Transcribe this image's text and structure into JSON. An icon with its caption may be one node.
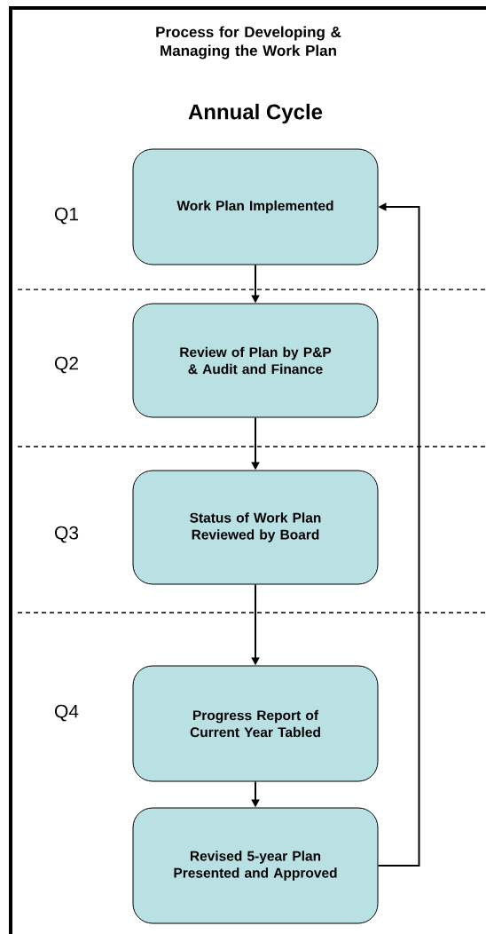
{
  "diagram": {
    "title": "Process for Developing & Managing the Work Plan",
    "nodes": [
      {
        "text": [
          "Work Plan Implemented"
        ]
      },
      {
        "text": [
          "Review of Plan by P&P & Audit and Finance"
        ]
      },
      {
        "text": [
          "Status of Work Plan Reviewed by Board"
        ]
      },
      {
        "text": [
          "Progress Report of Current Year Tabled"
        ]
      },
      {
        "text": [
          "Revised 5-year Plan Presented and Approved"
        ]
      }
    ],
    "edges": [
      {
        "from": 0,
        "to": 1,
        "arrow": "to"
      },
      {
        "from": 1,
        "to": 2,
        "arrow": "to"
      },
      {
        "from": 2,
        "to": 3,
        "arrow": "to"
      },
      {
        "from": 3,
        "to": 4,
        "arrow": "to"
      },
      {
        "from": 4,
        "to": 0,
        "arrow": "to"
      }
    ],
    "labels": [
      "Annual Cycle",
      "Q1",
      "Q2",
      "Q3",
      "Q4"
    ]
  }
}
